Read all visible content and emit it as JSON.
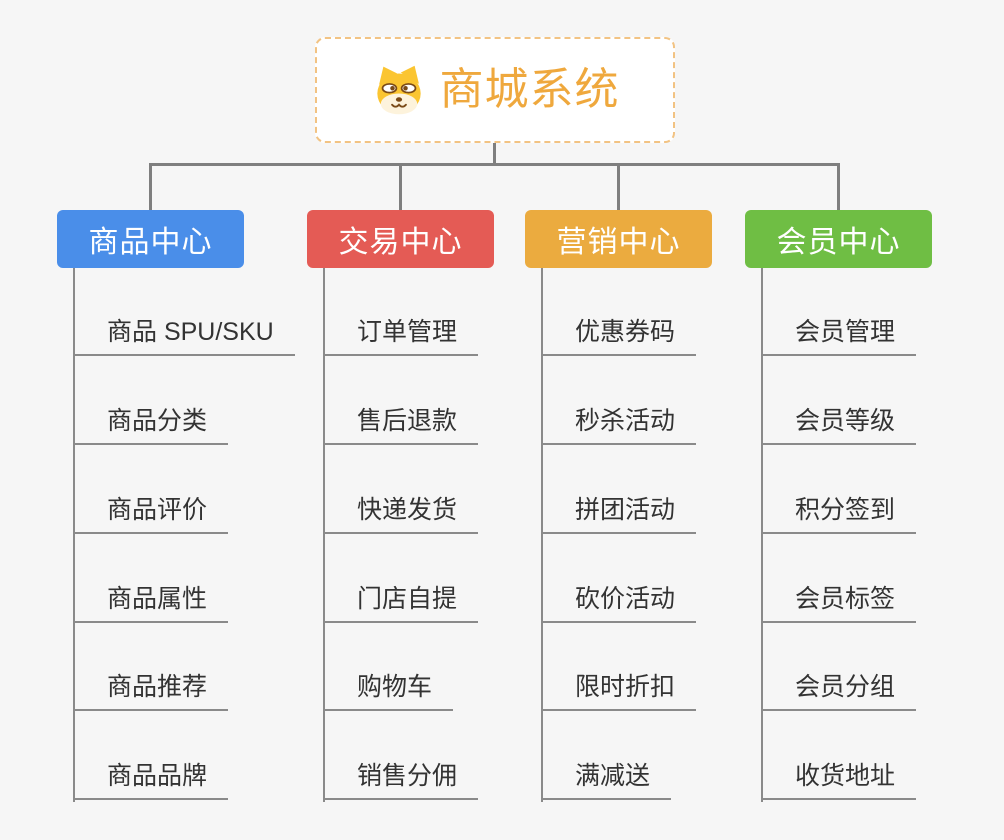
{
  "canvas": {
    "background": "#f6f6f6"
  },
  "root": {
    "title": "商城系统",
    "icon": "dog-face-icon",
    "text_color": "#efa83d",
    "border_color": "#f2c383",
    "fill": "#ffffff"
  },
  "branches": [
    {
      "id": "product-center",
      "label": "商品中心",
      "color": "#4a8ee9",
      "children": [
        "商品 SPU/SKU",
        "商品分类",
        "商品评价",
        "商品属性",
        "商品推荐",
        "商品品牌"
      ]
    },
    {
      "id": "trade-center",
      "label": "交易中心",
      "color": "#e45b55",
      "children": [
        "订单管理",
        "售后退款",
        "快递发货",
        "门店自提",
        "购物车",
        "销售分佣"
      ]
    },
    {
      "id": "marketing-center",
      "label": "营销中心",
      "color": "#ebab3f",
      "children": [
        "优惠券码",
        "秒杀活动",
        "拼团活动",
        "砍价活动",
        "限时折扣",
        "满减送"
      ]
    },
    {
      "id": "member-center",
      "label": "会员中心",
      "color": "#6fbe44",
      "children": [
        "会员管理",
        "会员等级",
        "积分签到",
        "会员标签",
        "会员分组",
        "收货地址"
      ]
    }
  ],
  "connector_color": "#7f7f7f",
  "leaf_line_color": "#8a8a8a",
  "leaf_text_color": "#333333"
}
